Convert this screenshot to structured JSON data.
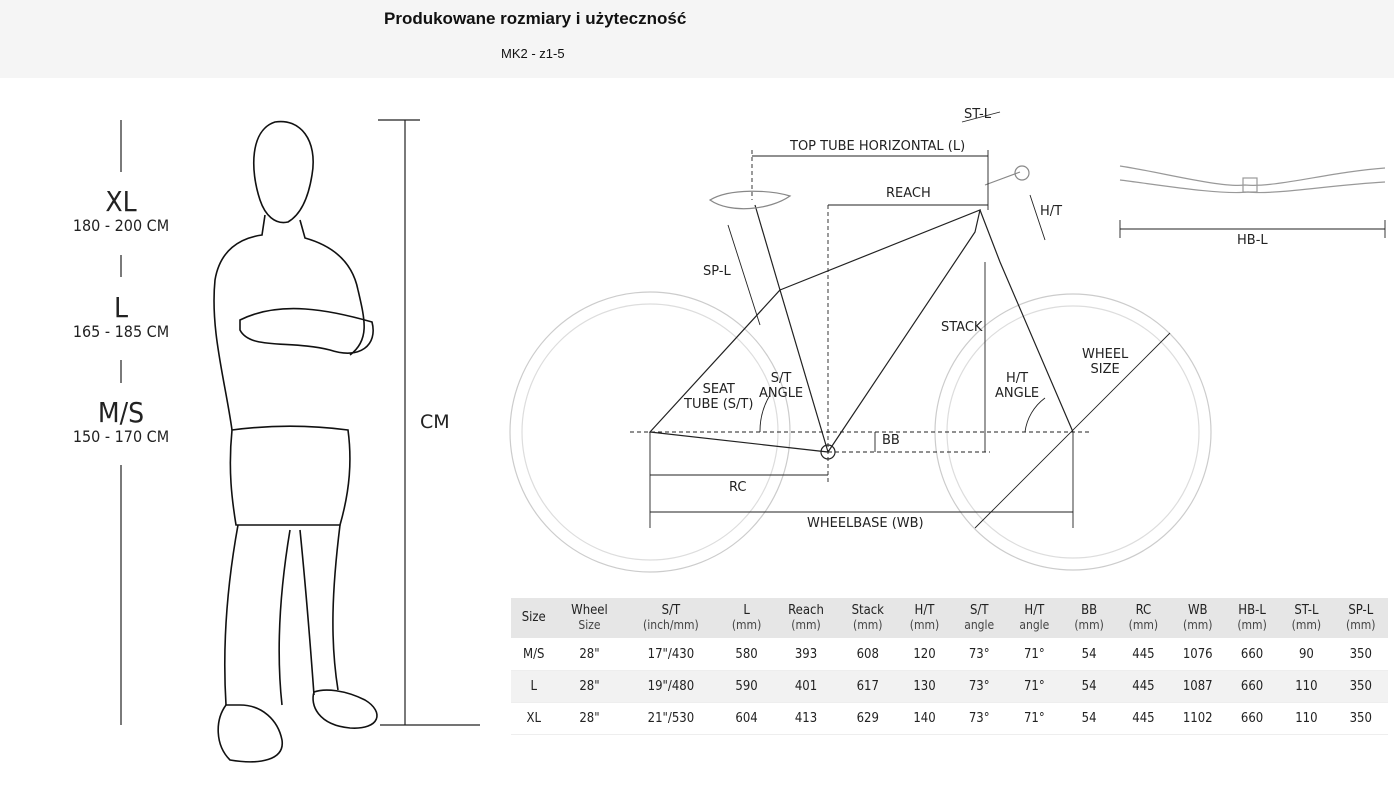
{
  "header": {
    "title": "Produkowane rozmiary i użyteczność",
    "subtitle": "MK2 - z1-5"
  },
  "sizes": [
    {
      "label": "XL",
      "range": "180 - 200 CM"
    },
    {
      "label": "L",
      "range": "165 - 185 CM"
    },
    {
      "label": "M/S",
      "range": "150 - 170 CM"
    }
  ],
  "scale_label": "CM",
  "diagram": {
    "st_l": "ST-L",
    "top_tube": "TOP TUBE HORIZONTAL (L)",
    "reach": "REACH",
    "ht": "H/T",
    "hb_l": "HB-L",
    "sp_l": "SP-L",
    "stack": "STACK",
    "wheel_size_1": "WHEEL",
    "wheel_size_2": "SIZE",
    "seat_tube_1": "SEAT",
    "seat_tube_2": "TUBE (S/T)",
    "st_angle_1": "S/T",
    "st_angle_2": "ANGLE",
    "ht_angle_1": "H/T",
    "ht_angle_2": "ANGLE",
    "bb": "BB",
    "rc": "RC",
    "wheelbase": "WHEELBASE (WB)"
  },
  "table": {
    "headers": [
      [
        "Size",
        ""
      ],
      [
        "Wheel",
        "Size"
      ],
      [
        "S/T",
        "(inch/mm)"
      ],
      [
        "L",
        "(mm)"
      ],
      [
        "Reach",
        "(mm)"
      ],
      [
        "Stack",
        "(mm)"
      ],
      [
        "H/T",
        "(mm)"
      ],
      [
        "S/T",
        "angle"
      ],
      [
        "H/T",
        "angle"
      ],
      [
        "BB",
        "(mm)"
      ],
      [
        "RC",
        "(mm)"
      ],
      [
        "WB",
        "(mm)"
      ],
      [
        "HB-L",
        "(mm)"
      ],
      [
        "ST-L",
        "(mm)"
      ],
      [
        "SP-L",
        "(mm)"
      ]
    ],
    "rows": [
      [
        "M/S",
        "28\"",
        "17\"/430",
        "580",
        "393",
        "608",
        "120",
        "73°",
        "71°",
        "54",
        "445",
        "1076",
        "660",
        "90",
        "350"
      ],
      [
        "L",
        "28\"",
        "19\"/480",
        "590",
        "401",
        "617",
        "130",
        "73°",
        "71°",
        "54",
        "445",
        "1087",
        "660",
        "110",
        "350"
      ],
      [
        "XL",
        "28\"",
        "21\"/530",
        "604",
        "413",
        "629",
        "140",
        "73°",
        "71°",
        "54",
        "445",
        "1102",
        "660",
        "110",
        "350"
      ]
    ]
  }
}
